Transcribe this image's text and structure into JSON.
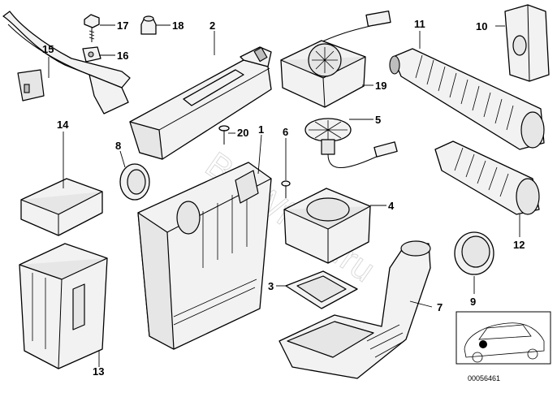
{
  "labels": {
    "p1": "1",
    "p2": "2",
    "p3": "3",
    "p4": "4",
    "p5": "5",
    "p6": "6",
    "p7": "7",
    "p8": "8",
    "p9": "9",
    "p10": "10",
    "p11": "11",
    "p12": "12",
    "p13": "13",
    "p14": "14",
    "p15": "15",
    "p16": "16",
    "p17": "17",
    "p18": "18",
    "p19": "19",
    "p20": "20"
  },
  "watermark": "BMWfans.ru",
  "diagram_id": "00056461"
}
